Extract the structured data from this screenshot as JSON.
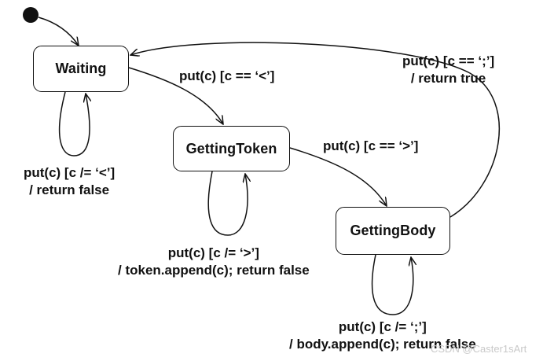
{
  "states": {
    "waiting": "Waiting",
    "getting_token": "GettingToken",
    "getting_body": "GettingBody"
  },
  "transitions": {
    "waiting_to_token": "put(c) [c == ‘<’]",
    "waiting_self_guard": "put(c) [c /= ‘<’]",
    "waiting_self_action": "/ return false",
    "token_to_body": "put(c) [c == ‘>’]",
    "token_self_guard": "put(c) [c /= ‘>’]",
    "token_self_action": "/ token.append(c); return false",
    "body_to_waiting_guard": "put(c) [c == ‘;’]",
    "body_to_waiting_action": "/ return true",
    "body_self_guard": "put(c) [c /= ‘;’]",
    "body_self_action": "/ body.append(c); return false"
  },
  "watermark": "CSDN @Caster1sArt"
}
